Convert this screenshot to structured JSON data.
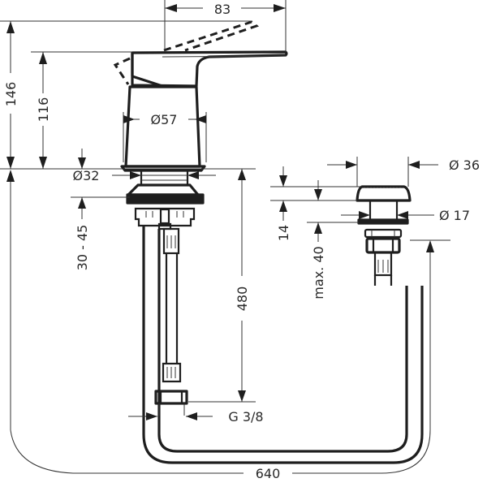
{
  "drawing": {
    "title": "Single lever basin mixer with push-open waste — dimension drawing",
    "units": "mm",
    "dimensions": {
      "lever_reach": "83",
      "total_height": "146",
      "body_height": "116",
      "body_diameter": "Ø57",
      "shank_diameter": "Ø32",
      "mounting_thickness": "30 - 45",
      "hose_length": "480",
      "connection_thread": "G 3/8",
      "hose_total_length": "640",
      "waste_cap_diameter": "Ø 36",
      "waste_cap_height": "14",
      "waste_shank_diameter": "Ø 17",
      "waste_max_thickness": "max. 40"
    }
  }
}
